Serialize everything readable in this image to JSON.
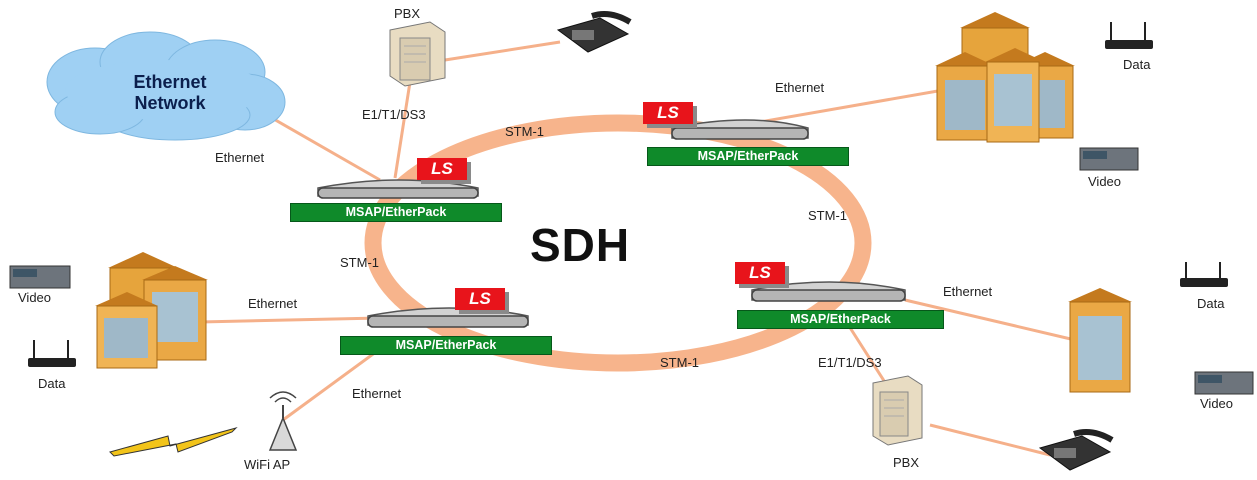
{
  "title": "SDH",
  "cloud": {
    "line1": "Ethernet",
    "line2": "Network"
  },
  "nodes": {
    "top_left": {
      "ls": "LS",
      "label": "MSAP/EtherPack"
    },
    "top_right": {
      "ls": "LS",
      "label": "MSAP/EtherPack"
    },
    "bottom_left": {
      "ls": "LS",
      "label": "MSAP/EtherPack"
    },
    "bottom_right": {
      "ls": "LS",
      "label": "MSAP/EtherPack"
    }
  },
  "ring_links": {
    "top": "STM-1",
    "right": "STM-1",
    "left": "STM-1",
    "bottom": "STM-1"
  },
  "labels": {
    "pbx_top": "PBX",
    "e1_top": "E1/T1/DS3",
    "ethernet_cloud": "Ethernet",
    "ethernet_top_right": "Ethernet",
    "data_top_right": "Data",
    "video_top_right": "Video",
    "video_left": "Video",
    "data_left": "Data",
    "ethernet_left": "Ethernet",
    "ethernet_wifi": "Ethernet",
    "wifi": "WiFi AP",
    "ethernet_right": "Ethernet",
    "data_right": "Data",
    "video_right": "Video",
    "e1_bottom": "E1/T1/DS3",
    "pbx_bottom": "PBX"
  },
  "colors": {
    "link": "#f5b08a",
    "ring": "#f7b48c",
    "msap": "#0f8a2a",
    "ls": "#e8141b"
  }
}
